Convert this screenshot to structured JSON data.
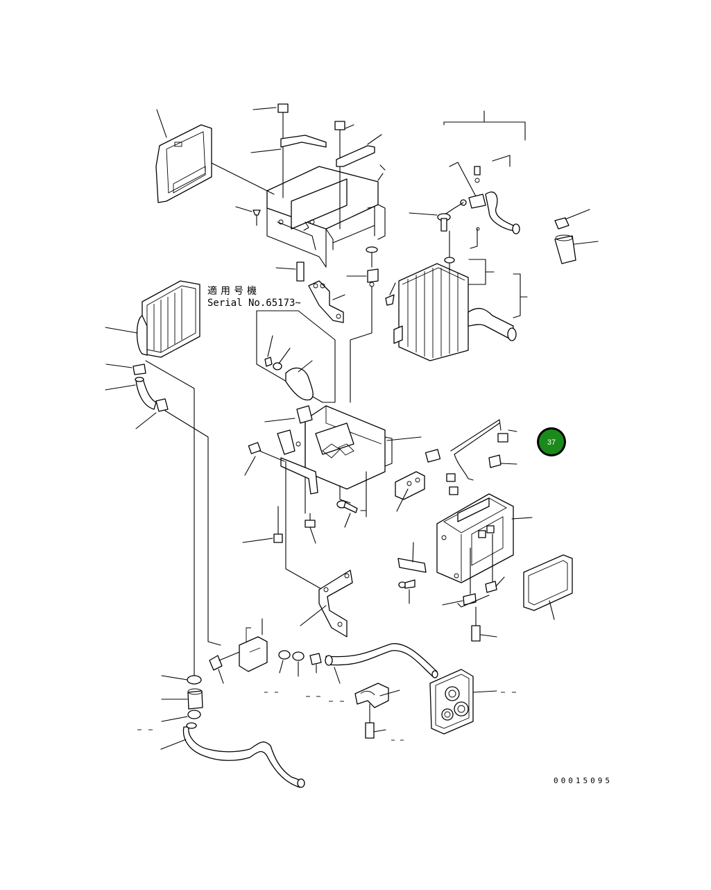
{
  "diagram": {
    "serial_note_jp": "適用号機",
    "serial_note": "Serial No.65173~",
    "page_badge": "37",
    "document_number": "00015095",
    "colors": {
      "line": "#000000",
      "badge_fill": "#1a8a1a",
      "badge_text": "#ffffff",
      "background": "#ffffff"
    }
  }
}
